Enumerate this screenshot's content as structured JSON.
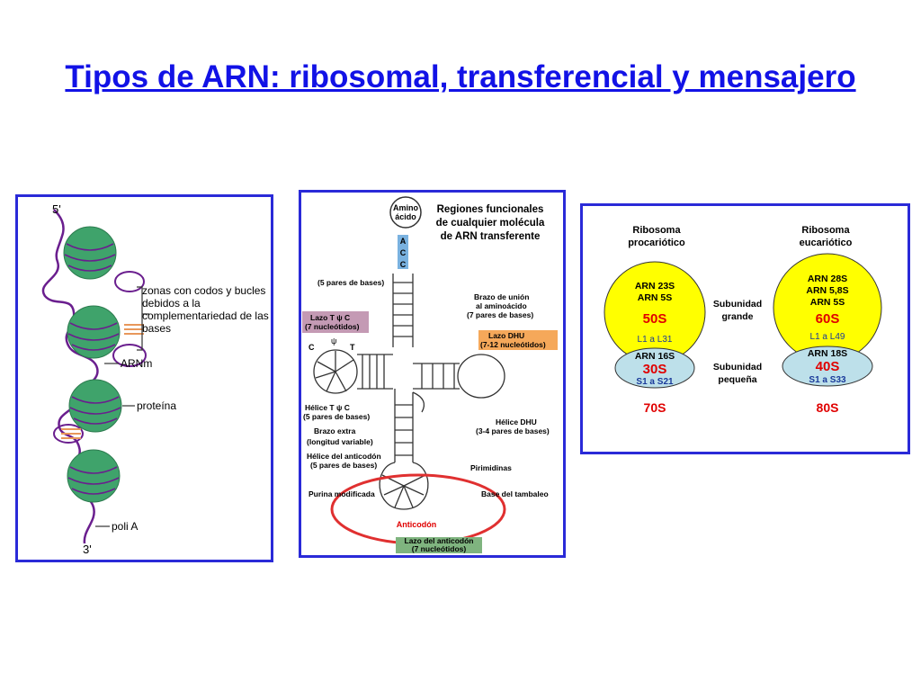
{
  "title": "Tipos de ARN: ribosomal, transferencial y mensajero",
  "mrna": {
    "label_5": "5'",
    "label_3": "3'",
    "note_line1": "zonas con codos y bucles",
    "note_line2": "debidos a la",
    "note_line3": "complementariedad de las",
    "note_line4": "bases",
    "label_arnm": "ARNm",
    "label_proteina": "proteína",
    "label_polia": "poli A"
  },
  "trna": {
    "heading_line1": "Regiones funcionales",
    "heading_line2": "de cualquier molécula",
    "heading_line3": "de ARN transferente",
    "amino_line1": "Amino",
    "amino_line2": "ácido",
    "seq": [
      "A",
      "C",
      "C"
    ],
    "pairs5": "(5 pares de bases)",
    "brazo_union_1": "Brazo de unión",
    "brazo_union_2": "al aminoácido",
    "brazo_union_3": "(7 pares de bases)",
    "lazo_tc_1": "Lazo  T ψ C",
    "lazo_tc_2": "(7 nucleótidos)",
    "lazo_dhu_1": "Lazo DHU",
    "lazo_dhu_2": "(7-12 nucleótidos)",
    "c_label": "C",
    "t_label": "T",
    "psi_label": "ψ",
    "helice_tc_1": "Hélice  T ψ C",
    "helice_tc_2": "(5 pares de bases)",
    "helice_dhu_1": "Hélice DHU",
    "helice_dhu_2": "(3-4 pares de bases)",
    "brazo_extra_1": "Brazo extra",
    "brazo_extra_2": "(longitud variable)",
    "helice_antic_1": "Hélice del anticodón",
    "helice_antic_2": "(5 pares de bases)",
    "pirimidinas": "Pirimidinas",
    "purina": "Purina modificada",
    "base_tambaleo": "Base del tambaleo",
    "anticodon": "Anticodón",
    "lazo_antic_1": "Lazo del anticodón",
    "lazo_antic_2": "(7 nucleótidos)"
  },
  "ribo": {
    "pro_title_1": "Ribosoma",
    "pro_title_2": "procariótico",
    "euk_title_1": "Ribosoma",
    "euk_title_2": "eucariótico",
    "pro_large_1": "ARN 23S",
    "pro_large_2": "ARN 5S",
    "pro_large_s": "50S",
    "pro_large_prot": "L1 a L31",
    "pro_small_1": "ARN 16S",
    "pro_small_s": "30S",
    "pro_small_prot": "S1 a S21",
    "pro_total": "70S",
    "euk_large_1": "ARN 28S",
    "euk_large_2": "ARN 5,8S",
    "euk_large_3": "ARN 5S",
    "euk_large_s": "60S",
    "euk_large_prot": "L1 a L49",
    "euk_small_1": "ARN 18S",
    "euk_small_s": "40S",
    "euk_small_prot": "S1 a S33",
    "euk_total": "80S",
    "sub_grande_1": "Subunidad",
    "sub_grande_2": "grande",
    "sub_pequena_1": "Subunidad",
    "sub_pequena_2": "pequeña"
  },
  "colors": {
    "title": "#1212e6",
    "border": "#2a2ad8",
    "ribosome_large": "#ffff00",
    "ribosome_small": "#bde0ea",
    "value_red": "#e00000",
    "protein_blue": "#1a3a9a",
    "mrna_bead": "#3fa36b",
    "mrna_strand": "#6a1e8e",
    "lazo_tc_bg": "#c49ab4",
    "lazo_dhu_bg": "#f5a85a",
    "lazo_antic_bg": "#7fb47f",
    "seq_box": "#7ab2e0",
    "highlight_ring": "#e03030"
  }
}
